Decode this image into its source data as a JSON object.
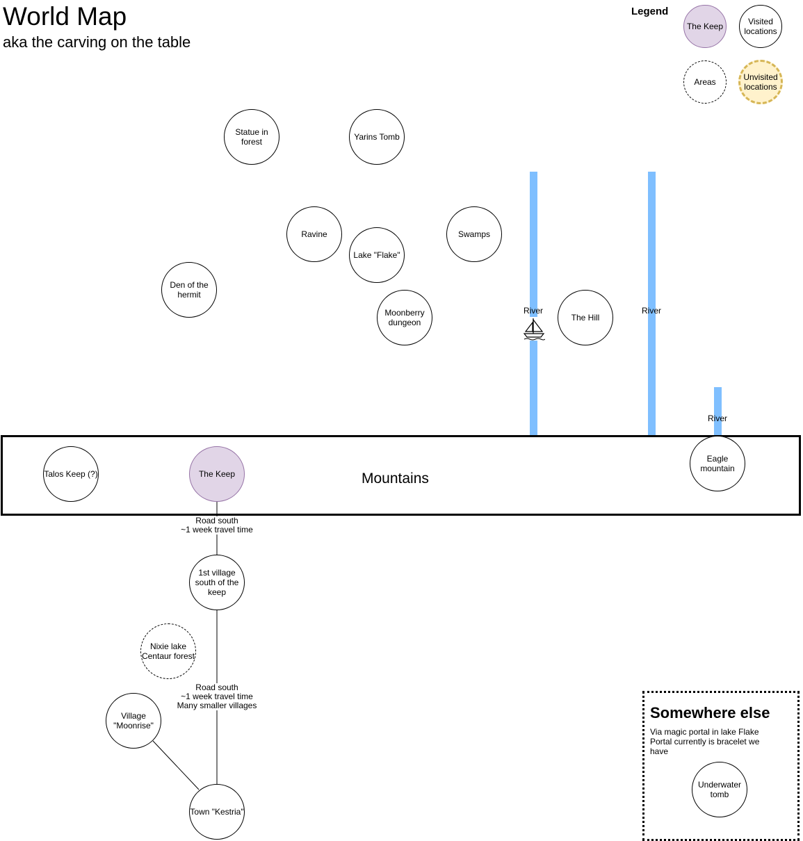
{
  "header": {
    "title": "World Map",
    "subtitle": "aka the carving on the table"
  },
  "legend": {
    "title": "Legend",
    "keep": "The Keep",
    "visited": "Visited\nlocations",
    "areas": "Areas",
    "unvisited": "Unvisited\nlocations"
  },
  "colors": {
    "keep_fill": "#e1d5e7",
    "keep_stroke": "#9673a6",
    "unvisited_fill": "#fff2cc",
    "unvisited_stroke": "#d6b656",
    "river": "#7fbfff"
  },
  "locations": {
    "statue": "Statue in\nforest",
    "yarins_tomb": "Yarins Tomb",
    "ravine": "Ravine",
    "lake_flake": "Lake \"Flake\"",
    "swamps": "Swamps",
    "den": "Den of the\nhermit",
    "moonberry": "Moonberry\ndungeon",
    "the_hill": "The Hill",
    "talos_keep": "Talos Keep (?)",
    "the_keep": "The Keep",
    "eagle_mountain": "Eagle\nmountain",
    "first_village": "1st village\nsouth of the\nkeep",
    "nixie_lake": "Nixie lake\nCentaur forest",
    "village_moonrise": "Village\n\"Moonrise\"",
    "town_kestria": "Town \"Kestria\""
  },
  "rivers": {
    "river_1": "River",
    "river_2": "River",
    "river_3": "River"
  },
  "boat_icon": "sailboat-icon",
  "mountains": {
    "label": "Mountains"
  },
  "roads": {
    "road_1": "Road south\n~1 week travel time",
    "road_2": "Road south\n~1 week travel time\nMany smaller villages"
  },
  "somewhere_else": {
    "title": "Somewhere else",
    "description": "Via magic portal in lake Flake\nPortal currently is bracelet we\nhave",
    "underwater_tomb": "Underwater\ntomb"
  }
}
